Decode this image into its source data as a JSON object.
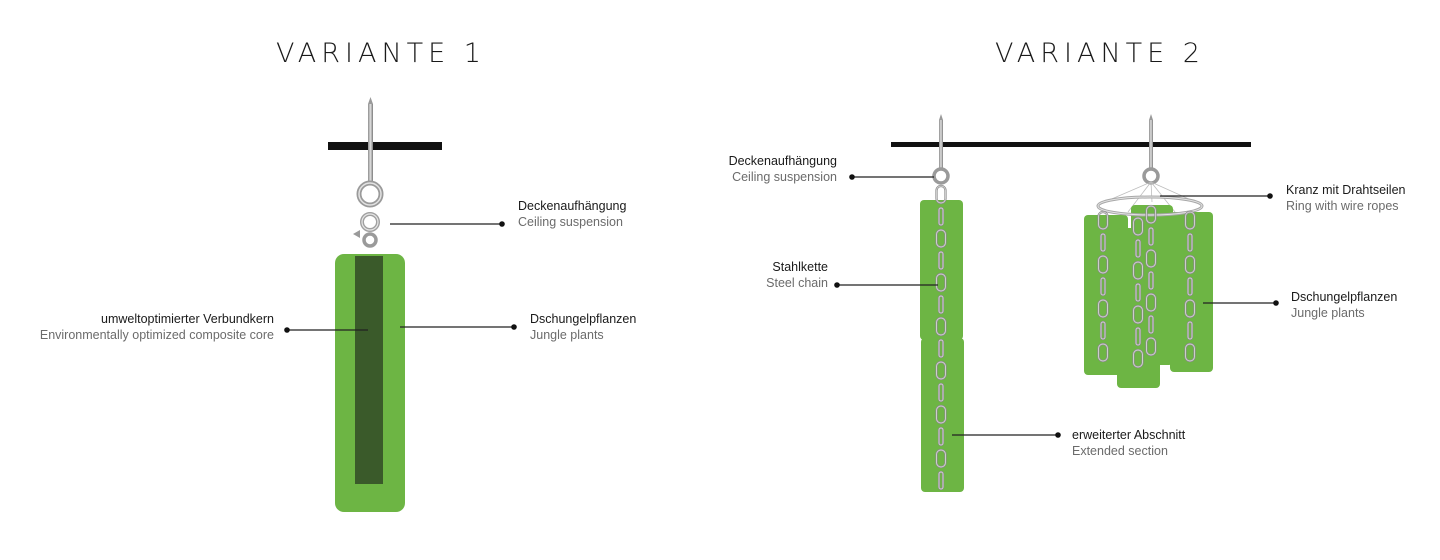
{
  "variant1": {
    "title": "VARIANTE 1",
    "labels": {
      "suspension": {
        "de": "Deckenaufhängung",
        "en": "Ceiling suspension"
      },
      "core": {
        "de": "umweltoptimierter Verbundkern",
        "en": "Environmentally optimized composite core"
      },
      "plants": {
        "de": "Dschungelpflanzen",
        "en": "Jungle plants"
      }
    }
  },
  "variant2": {
    "title": "VARIANTE 2",
    "labels": {
      "suspension": {
        "de": "Deckenaufhängung",
        "en": "Ceiling suspension"
      },
      "chain": {
        "de": "Stahlkette",
        "en": "Steel chain"
      },
      "ring": {
        "de": "Kranz mit Drahtseilen",
        "en": "Ring with wire ropes"
      },
      "plants": {
        "de": "Dschungelpflanzen",
        "en": "Jungle plants"
      },
      "extended": {
        "de": "erweiterter Abschnitt",
        "en": "Extended section"
      }
    }
  },
  "colors": {
    "moss": "#6db544",
    "moss_dark": "#3a5a2a",
    "ceiling": "#111111",
    "metal": "#9a9a9a"
  }
}
